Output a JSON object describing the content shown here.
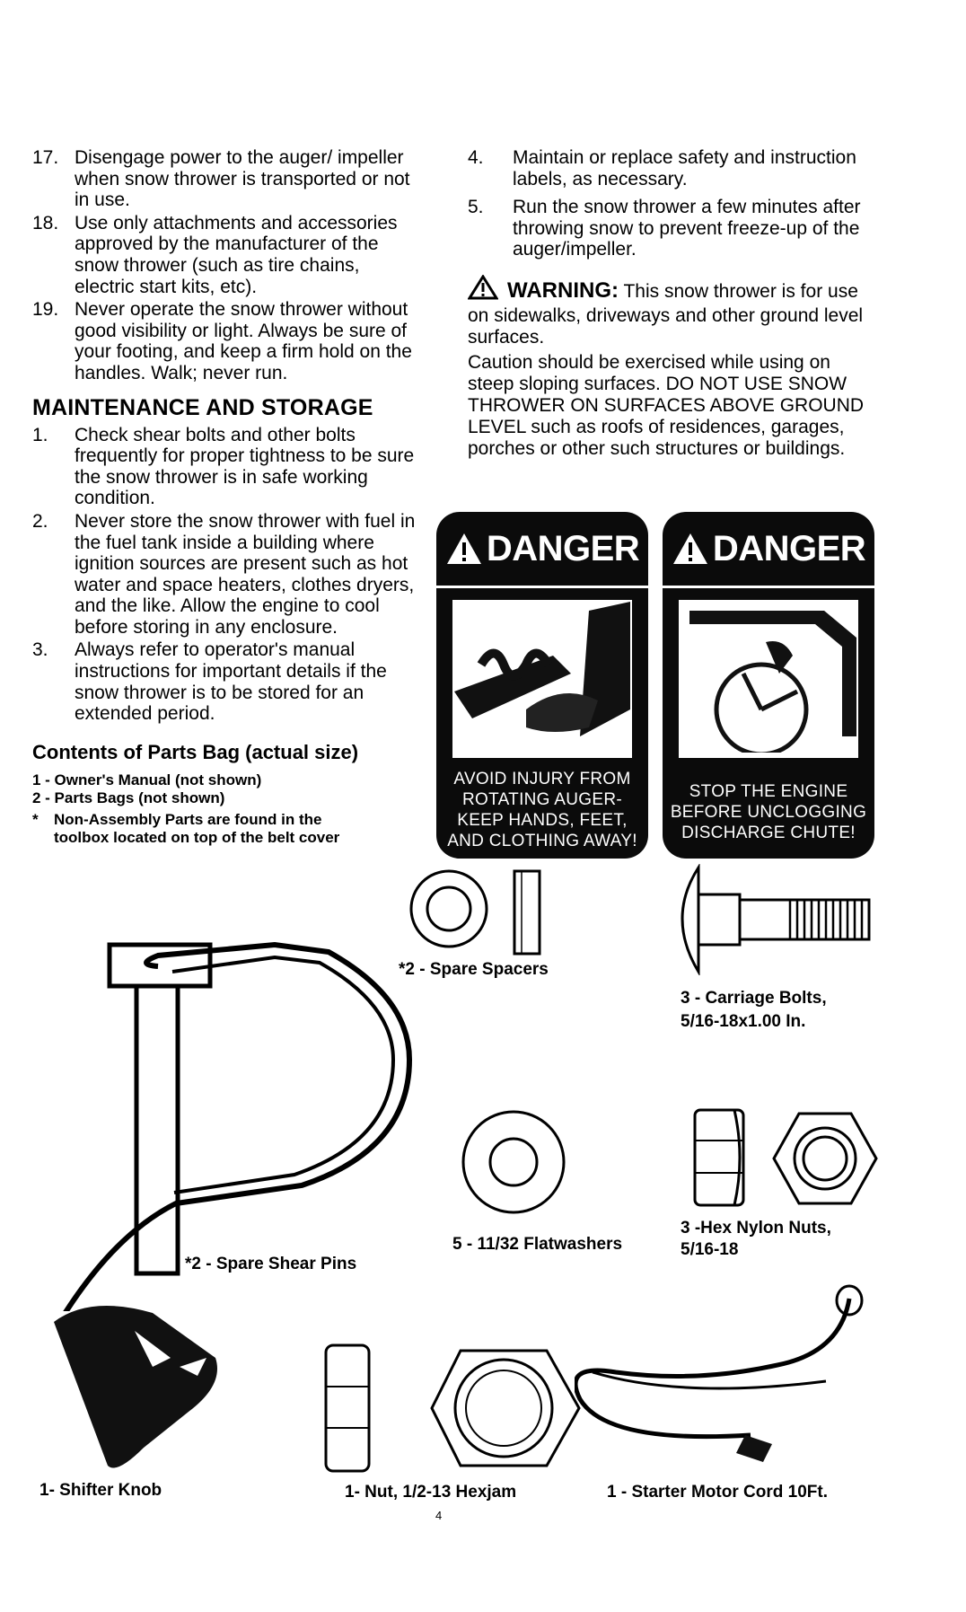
{
  "safety_items": [
    {
      "num": "17.",
      "text": "Disengage power to the auger/ impeller when snow thrower is transported or not in use."
    },
    {
      "num": "18.",
      "text": "Use only attachments and accessories approved by the manufacturer of the snow thrower (such as tire chains, electric start kits, etc)."
    },
    {
      "num": "19.",
      "text": "Never operate the snow thrower without good visibility or light. Always be sure of your footing, and keep a firm hold on the handles. Walk; never run."
    }
  ],
  "maintenance": {
    "heading": "MAINTENANCE AND STORAGE",
    "items": [
      {
        "num": "1.",
        "text": "Check shear bolts and other bolts frequently for proper tightness to be sure the snow thrower is in safe working condition."
      },
      {
        "num": "2.",
        "text": "Never store the snow thrower with fuel in the fuel tank inside a building where ignition sources are present such as hot water and space heaters, clothes dryers, and the like. Allow the engine to cool before storing in any enclosure."
      },
      {
        "num": "3.",
        "text": "Always refer to operator's manual instructions for important details if the snow thrower is to be stored for an extended period."
      }
    ],
    "right_items": [
      {
        "num": "4.",
        "text": "Maintain or replace safety and instruction labels, as necessary."
      },
      {
        "num": "5.",
        "text": "Run the snow thrower a few minutes after throwing snow to prevent freeze-up of the auger/impeller."
      }
    ]
  },
  "warning": {
    "label": "WARNING:",
    "text": "This snow thrower is for use on sidewalks, driveways and other ground level surfaces.",
    "caution": "Caution should be exercised while using on steep sloping surfaces. DO NOT USE SNOW THROWER ON SURFACES ABOVE GROUND LEVEL such as roofs of residences, garages, porches or other such structures or buildings."
  },
  "danger_labels": [
    {
      "title": "DANGER",
      "lines": [
        "AVOID INJURY FROM",
        "ROTATING AUGER-",
        "KEEP HANDS, FEET,",
        "AND CLOTHING AWAY!"
      ]
    },
    {
      "title": "DANGER",
      "lines": [
        "STOP THE ENGINE",
        "BEFORE UNCLOGGING",
        "DISCHARGE CHUTE!"
      ]
    }
  ],
  "parts_bag": {
    "heading": "Contents of Parts Bag (actual size)",
    "notes": [
      "1 - Owner's Manual (not shown)",
      "2 - Parts Bags (not shown)"
    ],
    "star_mark": "*",
    "star_note": "Non-Assembly Parts are found in the toolbox located on top of the belt cover",
    "parts": {
      "spacers": "*2 - Spare Spacers",
      "carriage_bolts_1": "3 - Carriage Bolts,",
      "carriage_bolts_2": "5/16-18x1.00 In.",
      "flatwashers": "5 - 11/32 Flatwashers",
      "hex_nuts_1": "3 -Hex Nylon Nuts,",
      "hex_nuts_2": "5/16-18",
      "shear_pins": "*2 - Spare Shear Pins",
      "shifter_knob": "1- Shifter Knob",
      "hexjam_nut": "1- Nut, 1/2-13 Hexjam",
      "starter_cord": "1 - Starter Motor Cord 10Ft."
    }
  },
  "page_number": "4",
  "colors": {
    "ink": "#000000",
    "label_bg": "#0b0b0b",
    "paper": "#ffffff"
  }
}
